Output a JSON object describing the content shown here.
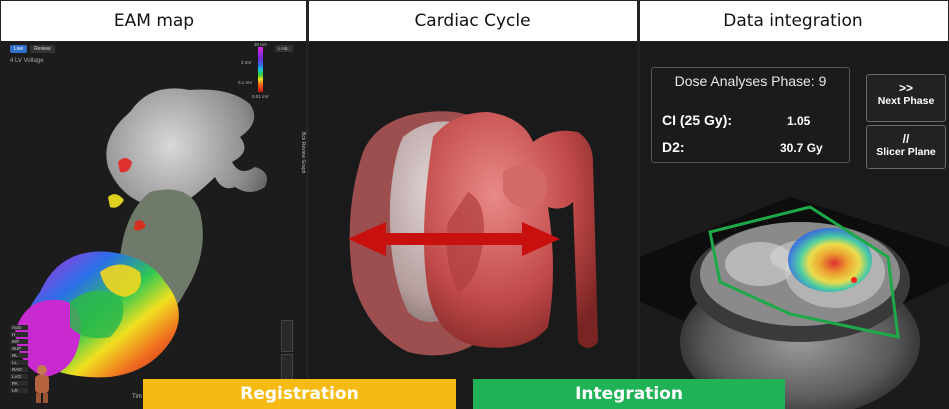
{
  "headers": {
    "eam": "EAM map",
    "cardiac": "Cardiac Cycle",
    "data": "Data integration"
  },
  "eam": {
    "tab_live": "Live",
    "tab_review": "Review",
    "map_label": "4 LV Voltage",
    "colorbar_top": "30 mV",
    "colorbar_mid": "3 mV",
    "colorbar_low": "0.1 mV",
    "colorbar_bottom": "0.01 mV",
    "options_button": "≡ Att..",
    "side_strip": "Bck Review Graph",
    "tools": [
      "Auto",
      "H",
      "INF",
      "SUP",
      "RL",
      "LL",
      "RAO",
      "LAO",
      "PA",
      "LR"
    ],
    "time_label": "Tim"
  },
  "dose": {
    "title": "Dose Analyses Phase: 9",
    "ci_label": "CI (25 Gy):",
    "ci_value": "1.05",
    "d2_label": "D2:",
    "d2_value": "30.7 Gy"
  },
  "buttons": {
    "next_phase_symbol": ">>",
    "next_phase_label": "Next Phase",
    "slicer_symbol": "//",
    "slicer_label": "Slicer Plane"
  },
  "banners": {
    "registration": "Registration",
    "integration": "Integration"
  },
  "colors": {
    "registration": "#f6ba14",
    "integration": "#1fb257",
    "panel_bg": "#1c1c1d",
    "heart_red": "#c24a4a",
    "arrow": "#c8100f"
  }
}
